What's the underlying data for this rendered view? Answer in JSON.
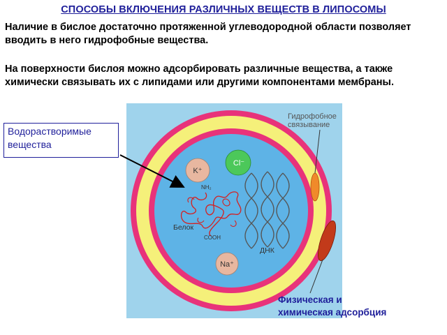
{
  "title": "СПОСОБЫ ВКЛЮЧЕНИЯ РАЗЛИЧНЫХ ВЕЩЕСТВ В ЛИПОСОМЫ",
  "paragraphs": {
    "p1": "Наличие в бислое достаточно протяженной углеводородной области позволяет вводить в него гидрофобные вещества.",
    "p2": "На поверхности бислоя можно адсорбировать различные вещества, а также химически связывать их с липидами или другими компонентами мембраны."
  },
  "labels": {
    "water_soluble": "Водорастворимые вещества",
    "hydrophobic_line1": "Гидрофобное",
    "hydrophobic_line2": "связывание",
    "adsorption_line1": "Физическая и",
    "adsorption_line2": "химическая адсорбция",
    "k_ion": "K⁺",
    "cl_ion": "Cl⁻",
    "na_ion": "Na⁺",
    "nh2": "NH₂",
    "cooh": "COOH",
    "protein": "Белок",
    "dna": "ДНК"
  },
  "colors": {
    "title": "#1f1f9a",
    "background_square": "#9fd3ec",
    "membrane_outer": "#e8337a",
    "membrane_core": "#f5f07a",
    "lumen": "#5eb3e6",
    "k_ion": "#e8b7a0",
    "cl_ion": "#4cc85a",
    "na_ion": "#e8b7a0",
    "protein": "#d52020",
    "hydrophobic_molecule": "#f08a2a",
    "adsorbed_molecule": "#c23a1a"
  }
}
